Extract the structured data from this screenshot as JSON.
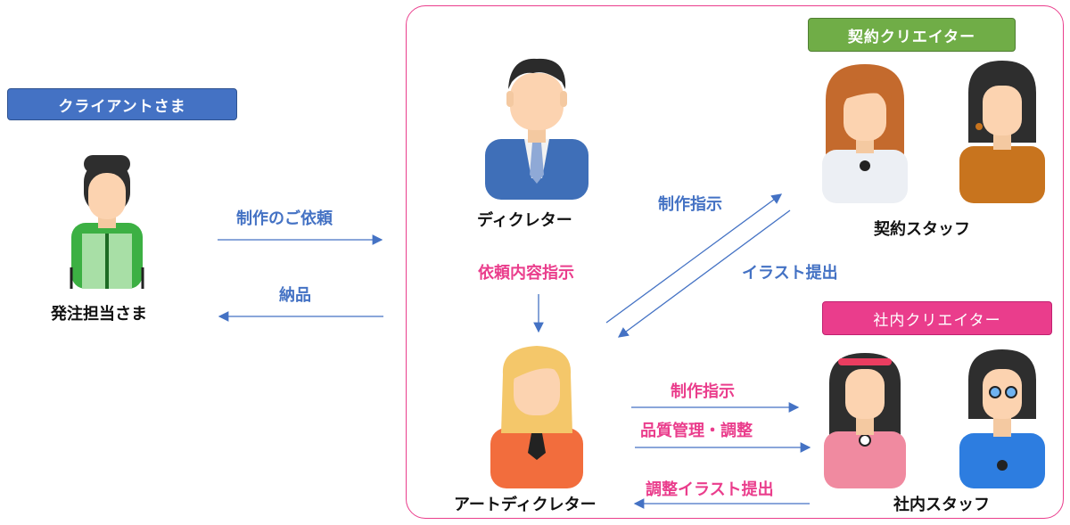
{
  "client": {
    "badge": "クライアントさま",
    "person_label": "発注担当さま"
  },
  "flows_client": {
    "request": "制作のご依頼",
    "delivery": "納品"
  },
  "agency": {
    "director_label": "ディクレター",
    "director_instruction": "依頼内容指示",
    "art_director_label": "アートディクレター"
  },
  "contract": {
    "badge": "契約クリエイター",
    "staff_label": "契約スタッフ",
    "to_staff": "制作指示",
    "from_staff": "イラスト提出"
  },
  "inhouse": {
    "badge": "社内クリエイター",
    "staff_label": "社内スタッフ",
    "to_staff_1": "制作指示",
    "to_staff_2": "品質管理・調整",
    "from_staff": "調整イラスト提出"
  },
  "colors": {
    "blue_badge": "#4472c4",
    "green_badge": "#70ad47",
    "pink_badge": "#ea3d8c",
    "frame": "#ea3d8c",
    "arrow": "#4472c4"
  }
}
